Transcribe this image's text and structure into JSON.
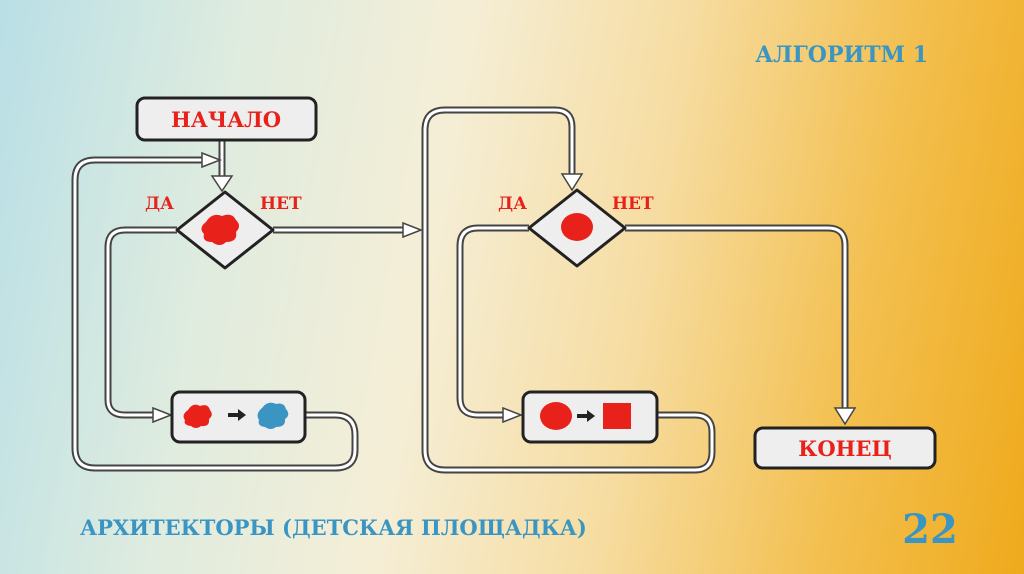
{
  "title": "АЛГОРИТМ 1",
  "footer": {
    "caption": "АРХИТЕКТОРЫ (ДЕТСКАЯ ПЛОЩАДКА)",
    "page_number": "22"
  },
  "flowchart": {
    "start": "НАЧАЛО",
    "end": "КОНЕЦ",
    "decision1": {
      "yes": "ДА",
      "no": "НЕТ",
      "condition_icon": "red-blob-icon"
    },
    "action1": {
      "icon_from": "red-blob-icon",
      "icon_to": "blue-blob-icon"
    },
    "decision2": {
      "yes": "ДА",
      "no": "НЕТ",
      "condition_icon": "red-circle-icon"
    },
    "action2": {
      "icon_from": "red-circle-icon",
      "icon_to": "red-square-icon"
    }
  },
  "colors": {
    "accent_red": "#e8221b",
    "title_blue": "#3a95c2",
    "line": "#333333"
  }
}
